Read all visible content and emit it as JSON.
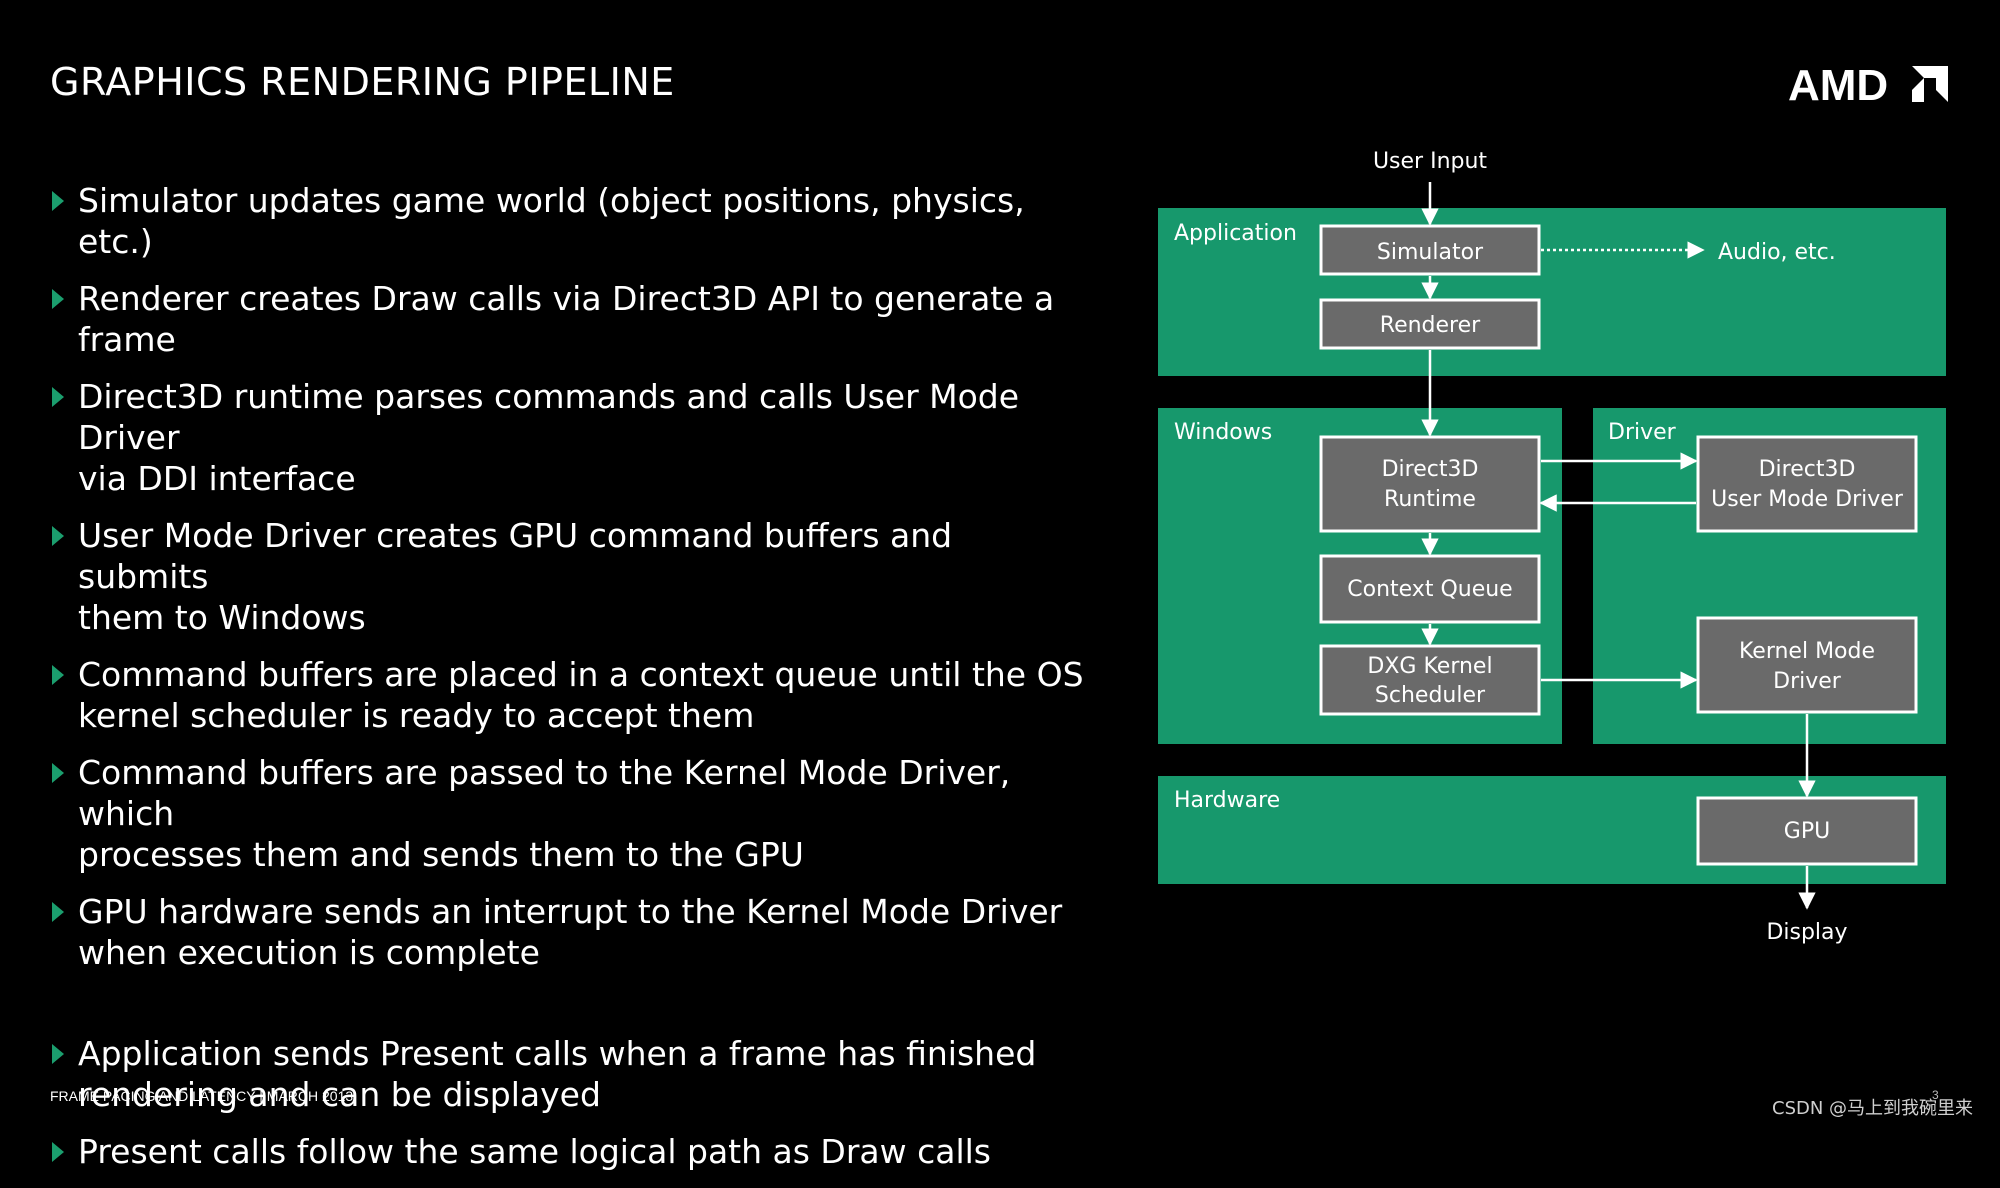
{
  "title": "GRAPHICS RENDERING PIPELINE",
  "logo_text": "AMD",
  "bullets": [
    {
      "lines": [
        "Simulator updates game world (object positions, physics, etc.)"
      ]
    },
    {
      "lines": [
        "Renderer creates Draw calls via Direct3D API to generate a frame"
      ]
    },
    {
      "lines": [
        "Direct3D runtime parses commands and calls User Mode Driver",
        "via DDI interface"
      ]
    },
    {
      "lines": [
        "User Mode Driver creates GPU command buffers and submits",
        "them to Windows"
      ]
    },
    {
      "lines": [
        "Command buffers are placed in a context queue until the OS",
        "kernel scheduler is ready to accept them"
      ]
    },
    {
      "lines": [
        "Command buffers are passed to the Kernel Mode Driver, which",
        "processes them and sends them to the GPU"
      ]
    },
    {
      "lines": [
        "GPU hardware sends an interrupt to the Kernel Mode Driver",
        "when execution is complete"
      ]
    },
    {
      "lines": [
        "Application sends Present calls when a frame has finished",
        "rendering and can be displayed"
      ]
    },
    {
      "lines": [
        "Present calls follow the same logical path as Draw calls"
      ]
    }
  ],
  "diagram": {
    "labels": {
      "user_input": "User Input",
      "audio": "Audio, etc.",
      "display": "Display"
    },
    "regions": {
      "application": "Application",
      "windows": "Windows",
      "driver": "Driver",
      "hardware": "Hardware"
    },
    "boxes": {
      "simulator": [
        "Simulator"
      ],
      "renderer": [
        "Renderer"
      ],
      "d3d_runtime": [
        "Direct3D",
        "Runtime"
      ],
      "context_queue": [
        "Context Queue"
      ],
      "dxg_scheduler": [
        "DXG Kernel",
        "Scheduler"
      ],
      "umd": [
        "Direct3D",
        "User Mode Driver"
      ],
      "kmd": [
        "Kernel Mode",
        "Driver"
      ],
      "gpu": [
        "GPU"
      ]
    }
  },
  "footer": "FRAME PACING AND LATENCY  |  MARCH 2013",
  "watermark": "CSDN @马上到我碗里来",
  "page_number": "3",
  "colors": {
    "background": "#000000",
    "region_green": "#17986c",
    "box_gray": "#6a6a6a",
    "bullet_arrow": "#1b9e6e",
    "text": "#ffffff"
  }
}
